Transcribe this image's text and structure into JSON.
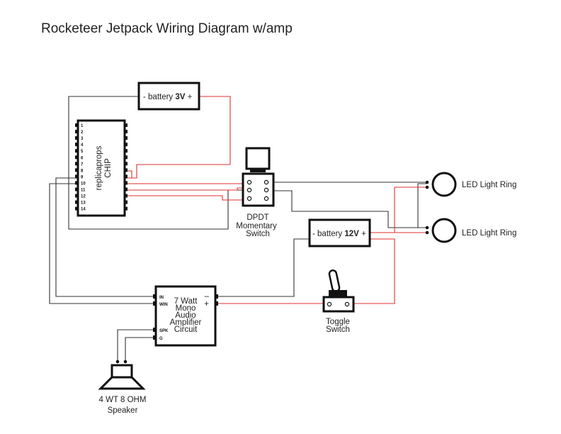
{
  "title": "Rocketeer Jetpack Wiring Diagram w/amp",
  "battery3v": {
    "prefix": "- battery",
    "value": "3V",
    "suffix": "+"
  },
  "battery12v": {
    "prefix": "- battery",
    "value": "12V",
    "suffix": "+"
  },
  "chip": {
    "line1": "replicaprops",
    "line2": "CHIP",
    "pins": [
      "1",
      "2",
      "3",
      "4",
      "5",
      "6",
      "7",
      "8",
      "9",
      "10",
      "11",
      "12",
      "13",
      "14"
    ]
  },
  "dpdt": {
    "line1": "DPDT",
    "line2": "Momentary",
    "line3": "Switch"
  },
  "amp": {
    "line1": "7 Watt",
    "line2": "Mono",
    "line3": "Audio",
    "line4": "Amplifier",
    "line5": "Circuit",
    "pin_in": "IN",
    "pin_win": "WIN",
    "pin_spk": "SPK",
    "pin_g": "G",
    "minus": "–",
    "plus": "+"
  },
  "toggle": {
    "line1": "Toggle",
    "line2": "Switch"
  },
  "speaker": {
    "line1": "4 WT 8 OHM",
    "line2": "Speaker"
  },
  "led1": {
    "label": "LED Light Ring"
  },
  "led2": {
    "label": "LED Light Ring"
  },
  "colors": {
    "wire_black": "#333333",
    "wire_red": "#e0302f",
    "outline": "#111111"
  }
}
